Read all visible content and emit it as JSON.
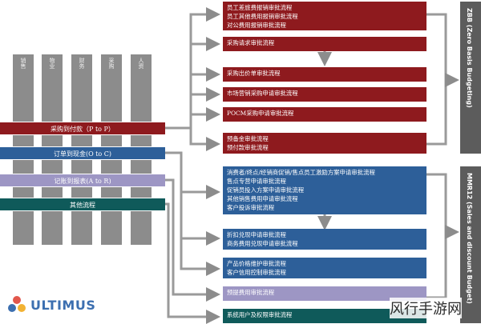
{
  "columns": [
    "销售",
    "物业",
    "财务",
    "采购",
    "人资"
  ],
  "processes": {
    "p2p": "采购到付款（P to P）",
    "o2c": "订单到现金(O to C)",
    "a2r": "记账到报表(A to R)",
    "other": "其他流程"
  },
  "boxes": {
    "expense": [
      "员工差旅费报销审批流程",
      "员工其他费用报销审批流程",
      "对公费用报销审批流程"
    ],
    "purchase_request": "采购请求审批流程",
    "purchase_price": "采购出价单审批流程",
    "market_purchase": "市场营销采购申请审批流程",
    "pocm": "POCM采购申请审批流程",
    "prepay": [
      "预备金审批流程",
      "预付款审批流程"
    ],
    "consumer_promo": [
      "消费者/终点/经销商促销/售点员工激励方案申请审批流程",
      "售点专营申请审批流程",
      "促销员投入方案申请审批流程",
      "其他销售费用申请审批流程",
      "客户投诉审批流程"
    ],
    "fee_claim": [
      "折扣兑现申请审批流程",
      "商务费用兑现申请审批流程"
    ],
    "price_credit": [
      "产品价格维护审批流程",
      "客户信用控制审批流程"
    ],
    "advance": "预提费用审批流程",
    "user_permission": "系统用户及权限审批流程"
  },
  "sidebars": {
    "zbb": "ZBB (Zero Basis Budgeting)",
    "mmr": "MMR12 (Sales and discount Budget)"
  },
  "brand": "ULTIMUS",
  "watermark": "风行手游网",
  "colors": {
    "red": "#8e1a1e",
    "blue": "#2d5f99",
    "teal": "#0f5a5a",
    "lavender": "#9d96c4",
    "column": "#8c8c8c",
    "sidebar": "#5c5c5c"
  }
}
